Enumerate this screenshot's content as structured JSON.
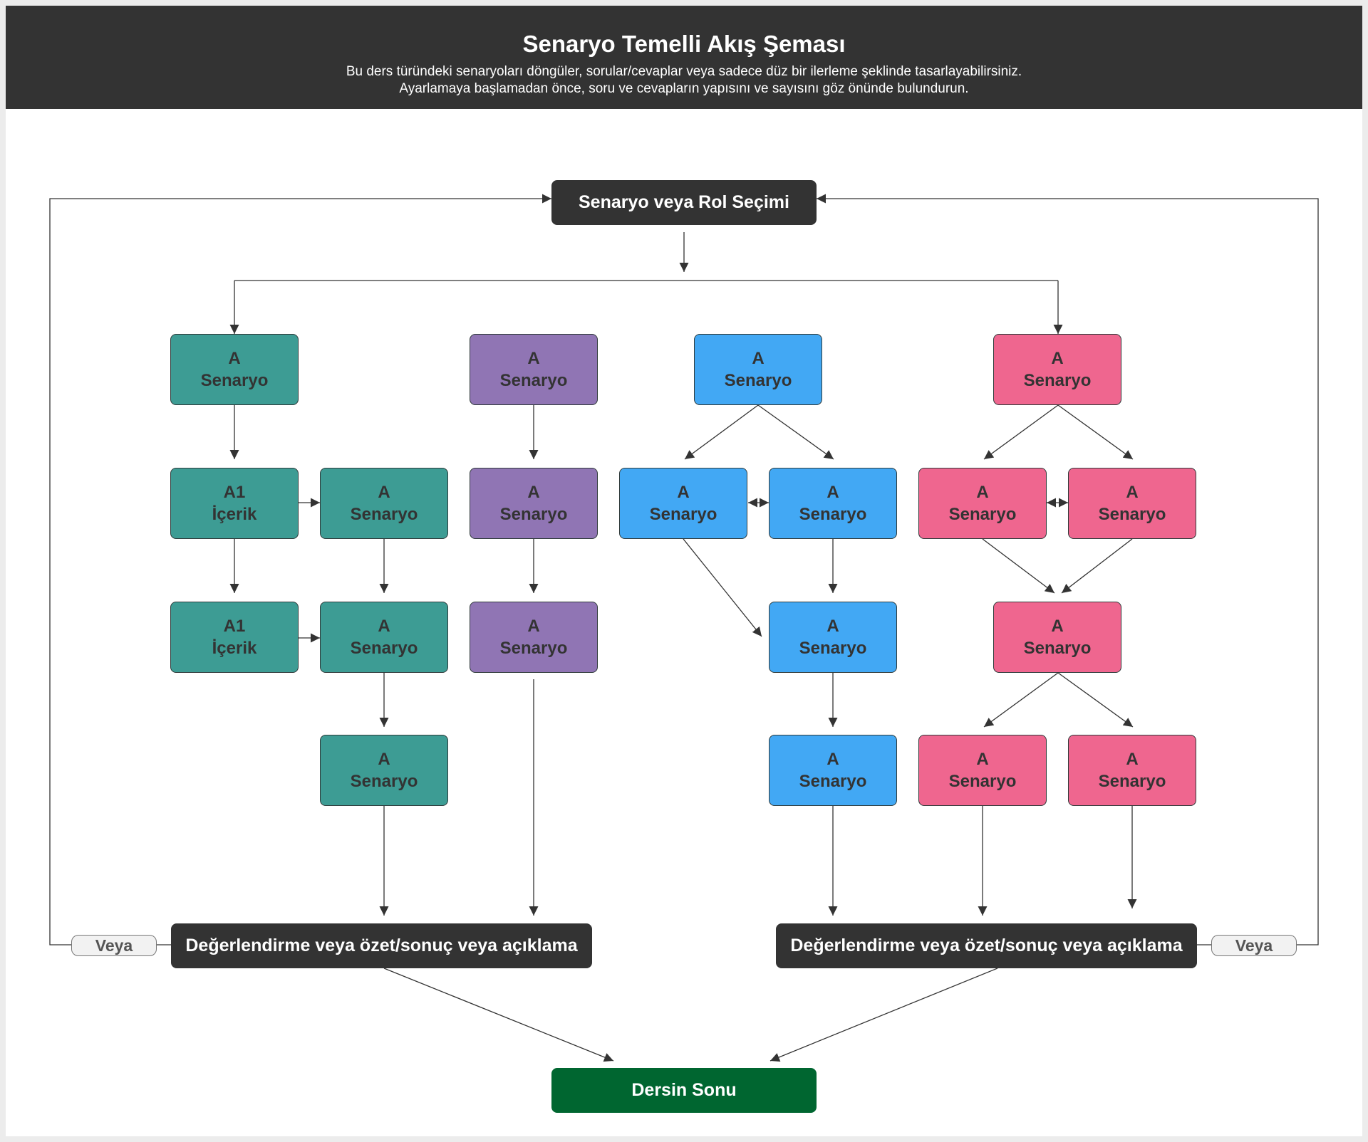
{
  "header": {
    "title": "Senaryo Temelli Akış Şeması",
    "subtitle_line1": "Bu ders türündeki senaryoları döngüler, sorular/cevaplar veya sadece düz bir ilerleme şeklinde tasarlayabilirsiniz.",
    "subtitle_line2": "Ayarlamaya başlamadan önce, soru ve cevapların yapısını ve sayısını göz önünde bulundurun."
  },
  "colors": {
    "teal": "#3d9c94",
    "purple": "#9075b4",
    "blue": "#42a8f4",
    "pink": "#ef668f",
    "dark": "#333333",
    "green": "#006630"
  },
  "start": {
    "label": "Senaryo veya Rol Seçimi"
  },
  "end": {
    "label": "Dersin Sonu"
  },
  "eval_left": {
    "label": "Değerlendirme veya özet/sonuç veya açıklama"
  },
  "eval_right": {
    "label": "Değerlendirme veya özet/sonuç veya açıklama"
  },
  "or_left": {
    "label": "Veya"
  },
  "or_right": {
    "label": "Veya"
  },
  "nodes": {
    "teal_1": {
      "line1": "A",
      "line2": "Senaryo"
    },
    "teal_2": {
      "line1": "A1",
      "line2": "İçerik"
    },
    "teal_3": {
      "line1": "A",
      "line2": "Senaryo"
    },
    "teal_4": {
      "line1": "A1",
      "line2": "İçerik"
    },
    "teal_5": {
      "line1": "A",
      "line2": "Senaryo"
    },
    "teal_6": {
      "line1": "A",
      "line2": "Senaryo"
    },
    "purple_1": {
      "line1": "A",
      "line2": "Senaryo"
    },
    "purple_2": {
      "line1": "A",
      "line2": "Senaryo"
    },
    "purple_3": {
      "line1": "A",
      "line2": "Senaryo"
    },
    "blue_1": {
      "line1": "A",
      "line2": "Senaryo"
    },
    "blue_2": {
      "line1": "A",
      "line2": "Senaryo"
    },
    "blue_3": {
      "line1": "A",
      "line2": "Senaryo"
    },
    "blue_4": {
      "line1": "A",
      "line2": "Senaryo"
    },
    "blue_5": {
      "line1": "A",
      "line2": "Senaryo"
    },
    "pink_1": {
      "line1": "A",
      "line2": "Senaryo"
    },
    "pink_2": {
      "line1": "A",
      "line2": "Senaryo"
    },
    "pink_3": {
      "line1": "A",
      "line2": "Senaryo"
    },
    "pink_4": {
      "line1": "A",
      "line2": "Senaryo"
    },
    "pink_5": {
      "line1": "A",
      "line2": "Senaryo"
    },
    "pink_6": {
      "line1": "A",
      "line2": "Senaryo"
    }
  }
}
